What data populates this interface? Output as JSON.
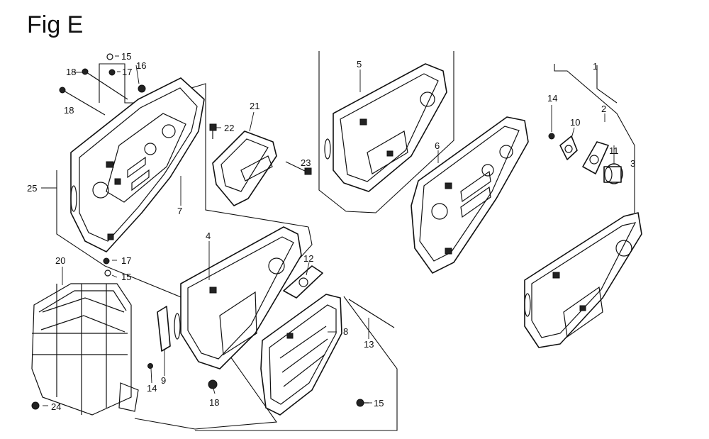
{
  "figure": {
    "title": "Fig E"
  },
  "callouts": {
    "c1": "1",
    "c2": "2",
    "c3": "3",
    "c4": "4",
    "c5": "5",
    "c6": "6",
    "c7": "7",
    "c8": "8",
    "c9": "9",
    "c10": "10",
    "c11": "11",
    "c12": "12",
    "c13": "13",
    "c14a": "14",
    "c14b": "14",
    "c15a": "15",
    "c15b": "15",
    "c15c": "15",
    "c16": "16",
    "c17a": "17",
    "c17b": "17",
    "c18a": "18",
    "c18b": "18",
    "c18c": "18",
    "c20": "20",
    "c21": "21",
    "c22": "22",
    "c23": "23",
    "c24": "24",
    "c25": "25"
  }
}
